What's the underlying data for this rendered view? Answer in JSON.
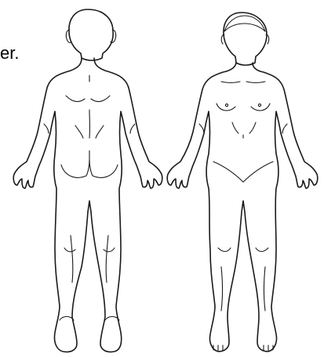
{
  "text_fragment": "er.",
  "figures": [
    {
      "view": "back"
    },
    {
      "view": "front"
    }
  ],
  "colors": {
    "background": "#ffffff",
    "line": "#1a1a1a"
  }
}
